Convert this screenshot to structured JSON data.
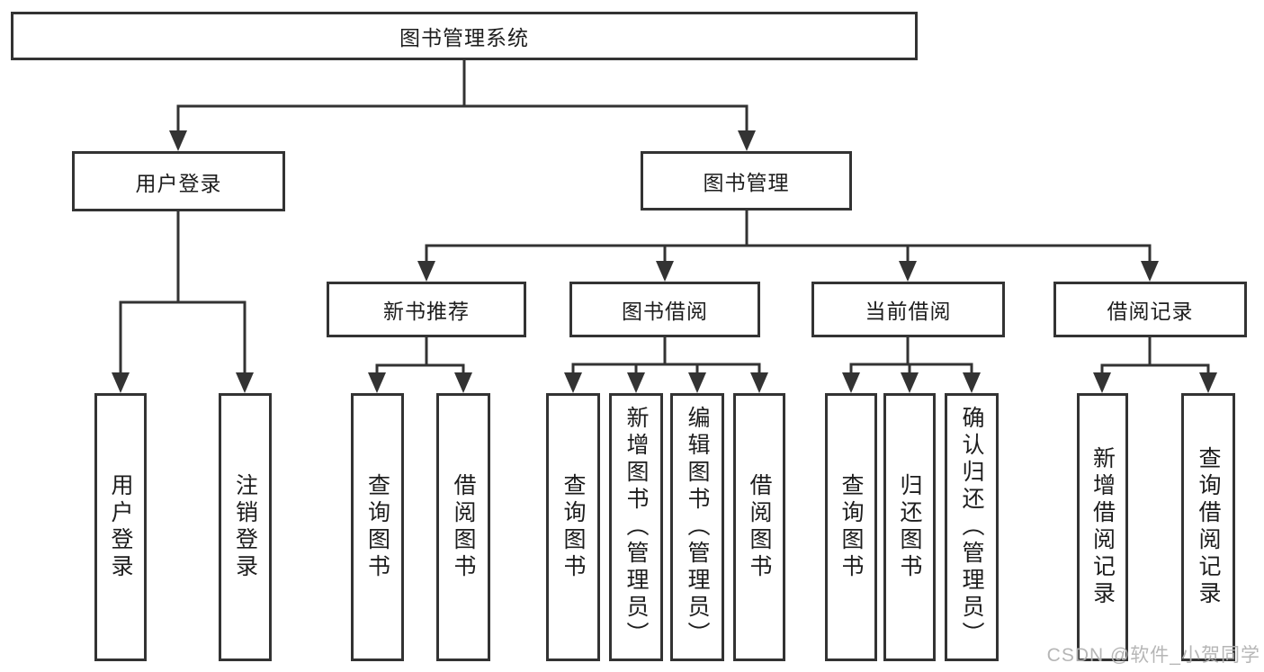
{
  "root": {
    "label": "图书管理系统"
  },
  "branches": [
    {
      "label": "用户登录",
      "children": [
        "用户登录",
        "注销登录"
      ]
    },
    {
      "label": "图书管理",
      "sections": [
        {
          "label": "新书推荐",
          "children": [
            "查询图书",
            "借阅图书"
          ]
        },
        {
          "label": "图书借阅",
          "children": [
            "查询图书",
            "新增图书（管理员）",
            "编辑图书（管理员）",
            "借阅图书"
          ]
        },
        {
          "label": "当前借阅",
          "children": [
            "查询图书",
            "归还图书",
            "确认归还（管理员）"
          ]
        },
        {
          "label": "借阅记录",
          "children": [
            "新增借阅记录",
            "查询借阅记录"
          ]
        }
      ]
    }
  ],
  "watermark": {
    "text": "CSDN @软件_小贺同学"
  },
  "colors": {
    "border": "#333333",
    "line": "#333333",
    "text": "#1d1d1d",
    "background": "#ffffff",
    "watermark": "#b2b2b2"
  }
}
